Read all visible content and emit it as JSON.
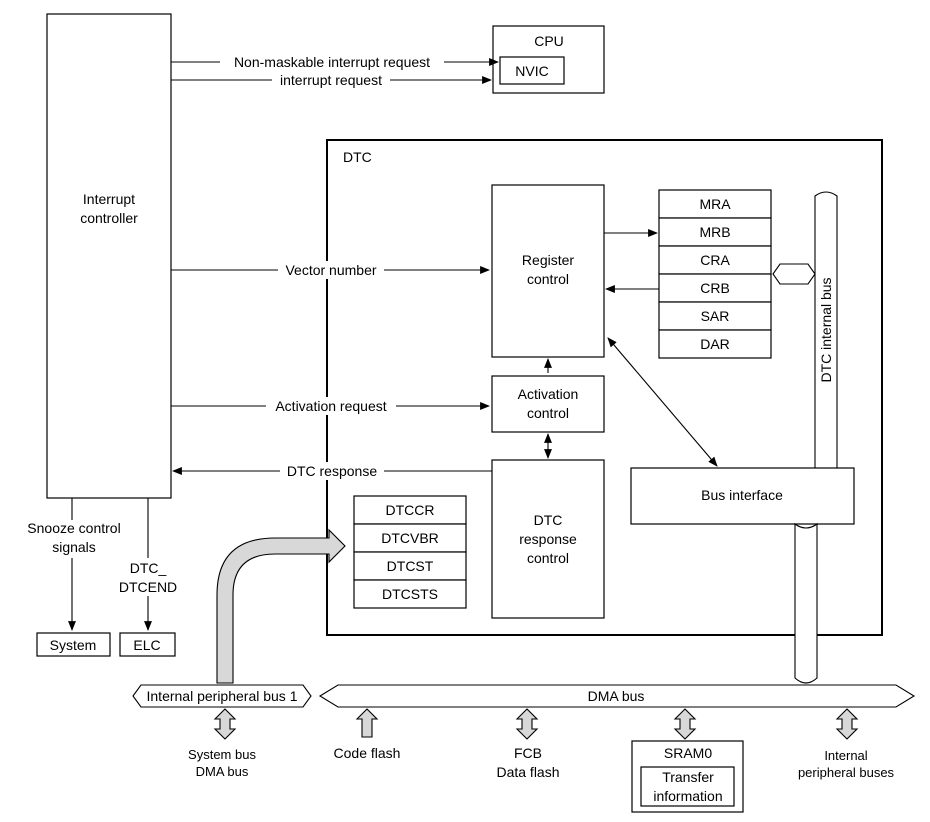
{
  "diagram": {
    "blocks": {
      "interrupt_controller": "Interrupt\ncontroller",
      "cpu": "CPU",
      "nvic": "NVIC",
      "dtc": "DTC",
      "register_control": "Register\ncontrol",
      "activation_control": "Activation\ncontrol",
      "dtc_response_control": "DTC\nresponse\ncontrol",
      "bus_interface": "Bus interface",
      "dtc_internal_bus": "DTC internal bus",
      "system": "System",
      "elc": "ELC",
      "sram0": "SRAM0",
      "transfer_information": "Transfer\ninformation"
    },
    "registers_right": [
      "MRA",
      "MRB",
      "CRA",
      "CRB",
      "SAR",
      "DAR"
    ],
    "registers_left": [
      "DTCCR",
      "DTCVBR",
      "DTCST",
      "DTCSTS"
    ],
    "signals": {
      "nmi_request": "Non-maskable interrupt request",
      "interrupt_request": "interrupt request",
      "vector_number": "Vector number",
      "activation_request": "Activation request",
      "dtc_response": "DTC response",
      "snooze_control": "Snooze control\nsignals",
      "dtc_dtcend": "DTC_\nDTCEND"
    },
    "buses": {
      "internal_peripheral_bus_1": "Internal peripheral bus 1",
      "dma_bus": "DMA bus"
    },
    "bottom_labels": {
      "system_dma": "System bus\nDMA bus",
      "code_flash": "Code flash",
      "fcb_data_flash": "FCB\nData flash",
      "internal_peripheral_buses": "Internal\nperipheral buses"
    }
  }
}
